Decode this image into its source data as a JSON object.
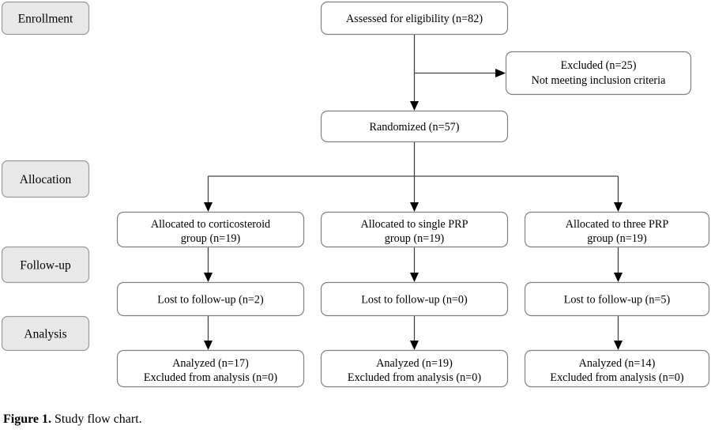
{
  "figure": {
    "caption_bold": "Figure 1.",
    "caption_text": " Study flow chart."
  },
  "colors": {
    "stage_fill": "#e8e8e8",
    "stage_border": "#9a9a9a",
    "box_fill": "#ffffff",
    "box_border": "#808080",
    "line": "#444444",
    "text": "#000000"
  },
  "chart_data": {
    "type": "diagram",
    "title": "Study flow chart",
    "diagram_kind": "CONSORT participant flow",
    "stages": [
      {
        "id": "enrollment",
        "label": "Enrollment"
      },
      {
        "id": "allocation",
        "label": "Allocation"
      },
      {
        "id": "followup",
        "label": "Follow-up"
      },
      {
        "id": "analysis",
        "label": "Analysis"
      }
    ],
    "nodes": [
      {
        "id": "assessed",
        "lines": [
          "Assessed for eligibility (n=82)"
        ],
        "n": 82
      },
      {
        "id": "excluded",
        "lines": [
          "Excluded (n=25)",
          "Not meeting inclusion criteria"
        ],
        "n": 25
      },
      {
        "id": "randomized",
        "lines": [
          "Randomized (n=57)"
        ],
        "n": 57
      },
      {
        "id": "alloc_cortico",
        "lines": [
          "Allocated to corticosteroid",
          "group (n=19)"
        ],
        "n": 19
      },
      {
        "id": "alloc_single_prp",
        "lines": [
          "Allocated to single PRP",
          "group (n=19)"
        ],
        "n": 19
      },
      {
        "id": "alloc_three_prp",
        "lines": [
          "Allocated to three PRP",
          "group (n=19)"
        ],
        "n": 19
      },
      {
        "id": "lost_cortico",
        "lines": [
          "Lost to follow-up (n=2)"
        ],
        "n": 2
      },
      {
        "id": "lost_single_prp",
        "lines": [
          "Lost to follow-up (n=0)"
        ],
        "n": 0
      },
      {
        "id": "lost_three_prp",
        "lines": [
          "Lost to follow-up (n=5)"
        ],
        "n": 5
      },
      {
        "id": "analyzed_cortico",
        "lines": [
          "Analyzed (n=17)",
          "Excluded from analysis (n=0)"
        ],
        "n": 17
      },
      {
        "id": "analyzed_single_prp",
        "lines": [
          "Analyzed (n=19)",
          "Excluded from analysis (n=0)"
        ],
        "n": 19
      },
      {
        "id": "analyzed_three_prp",
        "lines": [
          "Analyzed (n=14)",
          "Excluded from analysis (n=0)"
        ],
        "n": 14
      }
    ],
    "edges": [
      {
        "from": "assessed",
        "to": "excluded",
        "direction": "right"
      },
      {
        "from": "assessed",
        "to": "randomized",
        "direction": "down"
      },
      {
        "from": "randomized",
        "to": "alloc_cortico",
        "direction": "down"
      },
      {
        "from": "randomized",
        "to": "alloc_single_prp",
        "direction": "down"
      },
      {
        "from": "randomized",
        "to": "alloc_three_prp",
        "direction": "down"
      },
      {
        "from": "alloc_cortico",
        "to": "lost_cortico",
        "direction": "down"
      },
      {
        "from": "alloc_single_prp",
        "to": "lost_single_prp",
        "direction": "down"
      },
      {
        "from": "alloc_three_prp",
        "to": "lost_three_prp",
        "direction": "down"
      },
      {
        "from": "lost_cortico",
        "to": "analyzed_cortico",
        "direction": "down"
      },
      {
        "from": "lost_single_prp",
        "to": "analyzed_single_prp",
        "direction": "down"
      },
      {
        "from": "lost_three_prp",
        "to": "analyzed_three_prp",
        "direction": "down"
      }
    ]
  }
}
